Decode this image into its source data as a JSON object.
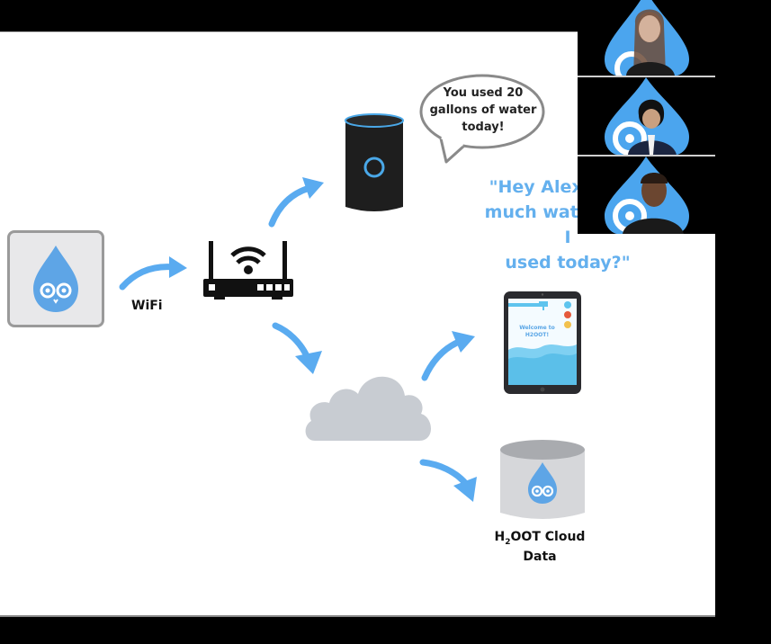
{
  "slide": {
    "wifi_label": "WiFi",
    "speech_bubble": "You used 20 gallons of water today!",
    "question_lines": [
      "\"Hey Alexa, how",
      "much water have I",
      "used today?\""
    ],
    "cloud_data_label_prefix": "H",
    "cloud_data_label_sub": "2",
    "cloud_data_label_rest": "OOT Cloud",
    "cloud_data_label_line2": "Data",
    "tablet_screen": {
      "title_line1": "Welcome to",
      "title_line2": "H2OOT!"
    },
    "colors": {
      "accent_blue": "#64b0ee",
      "arrow_blue": "#5aabf0",
      "cloud_gray": "#c8ccd2",
      "device_gray": "#e8e8ea"
    }
  },
  "video_gallery": {
    "participants": [
      {
        "id": "participant-1",
        "background": "H2OOT drop"
      },
      {
        "id": "participant-2",
        "background": "H2OOT drop"
      },
      {
        "id": "participant-3",
        "background": "H2OOT drop"
      }
    ]
  }
}
